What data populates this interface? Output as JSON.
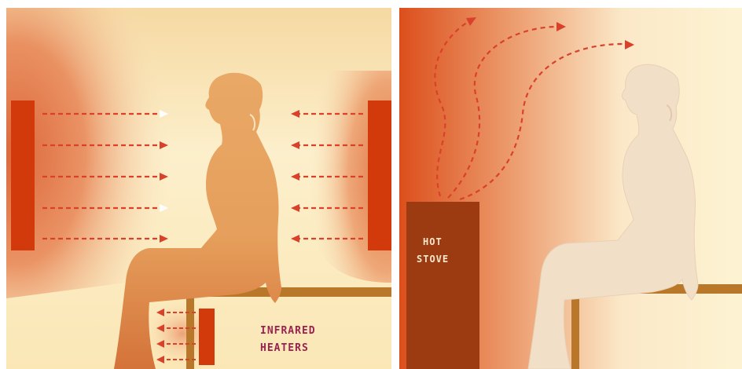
{
  "left_panel": {
    "heater_label_line1": "INFRARED",
    "heater_label_line2": "HEATERS"
  },
  "right_panel": {
    "stove_label_line1": "HOT",
    "stove_label_line2": "STOVE"
  },
  "colors": {
    "heater_red": "#d23a0c",
    "heat_arrow": "#d9412a",
    "bench_brown": "#b9772a",
    "stove_brown": "#9c3b12",
    "label_purple": "#9a2150",
    "warm_body": "#e9a05c",
    "pale_body": "#f1dfc8",
    "background_cream": "#fcf4d3"
  }
}
